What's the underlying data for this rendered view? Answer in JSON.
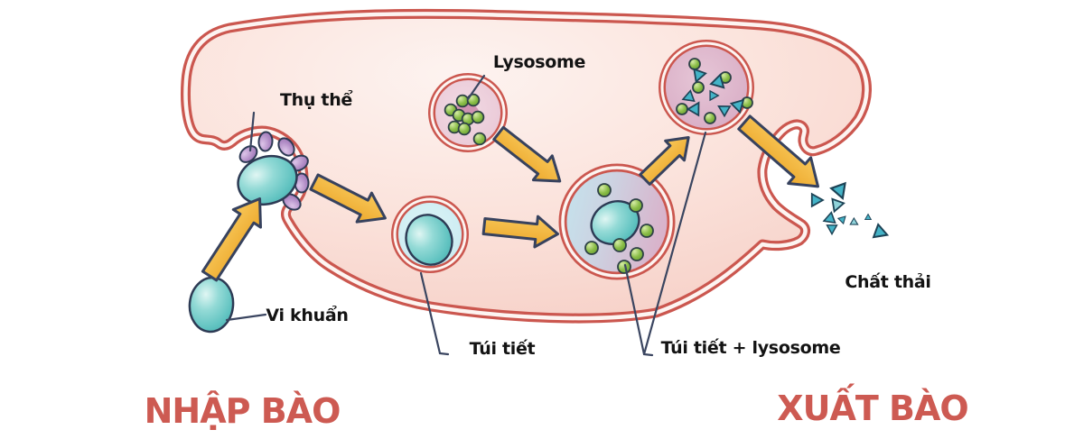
{
  "labels": {
    "receptor": "Thụ thể",
    "lysosome": "Lysosome",
    "bacteria": "Vi khuẩn",
    "secretory_vesicle": "Túi tiết",
    "vesicle_plus_lysosome": "Túi tiết + lysosome",
    "waste": "Chất thải"
  },
  "section_titles": {
    "endocytosis": "NHẬP BÀO",
    "exocytosis": "XUẤT BÀO"
  },
  "icons": {
    "cell_membrane": "double-red-outline-cell",
    "bacterium": "teal-oval",
    "receptors": "purple-knobs",
    "lysosome_enzymes": "green-dots",
    "waste_particles": "teal-triangles",
    "process_arrows": "yellow-block-arrows"
  },
  "colors": {
    "membrane": "#cb574f",
    "membrane_gap": "#fdf4f1",
    "cell_fill": "#fbe3dc",
    "arrow_fill": "#f2b23c",
    "arrow_outline": "#37425e",
    "bacterium": "#5fc2c0",
    "receptor": "#b78fc9",
    "enzyme_dot": "#8abd47",
    "waste_particle": "#44b3c7",
    "secretory_vesicle_fill": "#cdeef3",
    "lysosome_fill": "#eed2de",
    "fused_vesicle_fill": "#d9b3cb",
    "title_text": "#cd5a52",
    "label_text": "#131313"
  }
}
